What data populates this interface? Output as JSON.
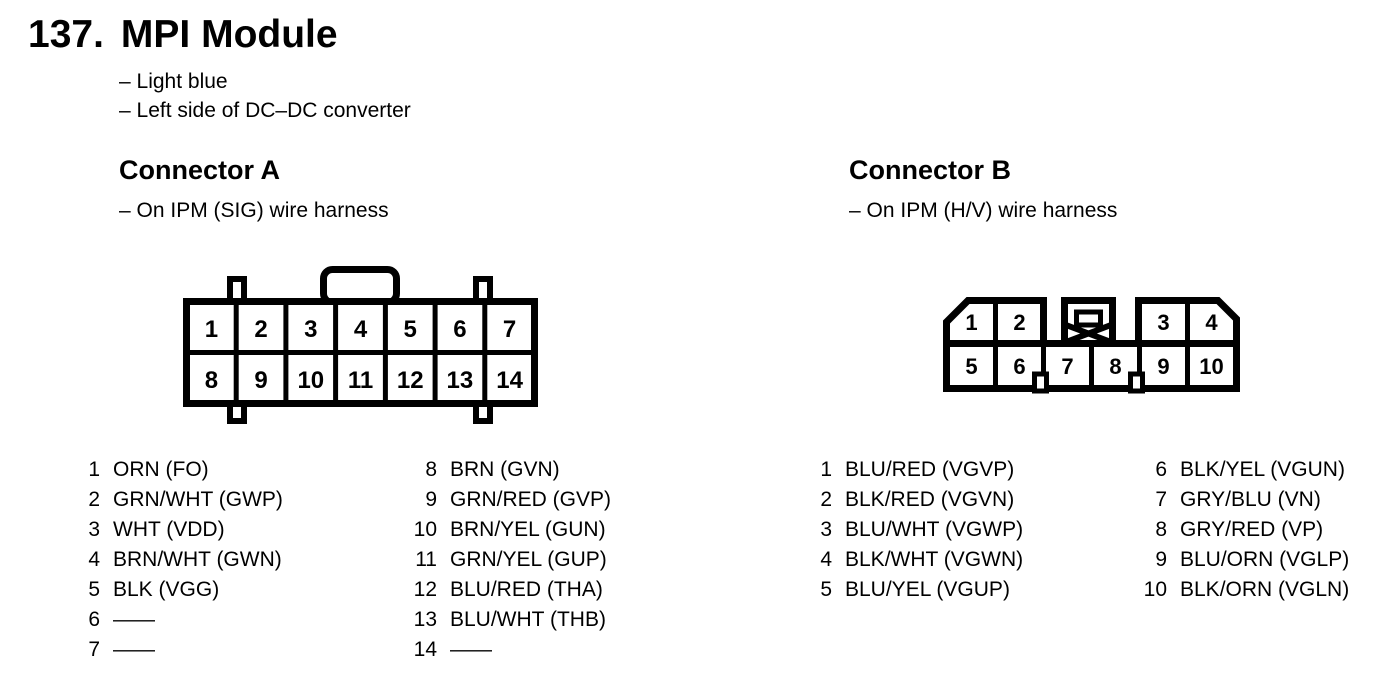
{
  "colors": {
    "ink": "#000000",
    "paper": "#ffffff"
  },
  "header": {
    "number": "137.",
    "title": "MPI Module",
    "notes": [
      "– Light blue",
      "– Left side of DC–DC converter"
    ]
  },
  "connector_a": {
    "heading": "Connector A",
    "note": "– On IPM (SIG) wire harness",
    "diagram": {
      "top_row": [
        "1",
        "2",
        "3",
        "4",
        "5",
        "6",
        "7"
      ],
      "bottom_row": [
        "8",
        "9",
        "10",
        "11",
        "12",
        "13",
        "14"
      ]
    },
    "pins_left": [
      {
        "n": "1",
        "label": "ORN (FO)"
      },
      {
        "n": "2",
        "label": "GRN/WHT (GWP)"
      },
      {
        "n": "3",
        "label": "WHT (VDD)"
      },
      {
        "n": "4",
        "label": "BRN/WHT (GWN)"
      },
      {
        "n": "5",
        "label": "BLK (VGG)"
      },
      {
        "n": "6",
        "label": "——"
      },
      {
        "n": "7",
        "label": "——"
      }
    ],
    "pins_right": [
      {
        "n": "8",
        "label": "BRN (GVN)"
      },
      {
        "n": "9",
        "label": "GRN/RED (GVP)"
      },
      {
        "n": "10",
        "label": "BRN/YEL (GUN)"
      },
      {
        "n": "11",
        "label": "GRN/YEL (GUP)"
      },
      {
        "n": "12",
        "label": "BLU/RED (THA)"
      },
      {
        "n": "13",
        "label": "BLU/WHT (THB)"
      },
      {
        "n": "14",
        "label": "——"
      }
    ]
  },
  "connector_b": {
    "heading": "Connector B",
    "note": "– On IPM (H/V) wire harness",
    "diagram": {
      "top_row": [
        "1",
        "2",
        "3",
        "4"
      ],
      "bottom_row": [
        "5",
        "6",
        "7",
        "8",
        "9",
        "10"
      ]
    },
    "pins_left": [
      {
        "n": "1",
        "label": "BLU/RED (VGVP)"
      },
      {
        "n": "2",
        "label": "BLK/RED (VGVN)"
      },
      {
        "n": "3",
        "label": "BLU/WHT (VGWP)"
      },
      {
        "n": "4",
        "label": "BLK/WHT (VGWN)"
      },
      {
        "n": "5",
        "label": "BLU/YEL (VGUP)"
      }
    ],
    "pins_right": [
      {
        "n": "6",
        "label": "BLK/YEL (VGUN)"
      },
      {
        "n": "7",
        "label": "GRY/BLU (VN)"
      },
      {
        "n": "8",
        "label": "GRY/RED (VP)"
      },
      {
        "n": "9",
        "label": "BLU/ORN (VGLP)"
      },
      {
        "n": "10",
        "label": "BLK/ORN (VGLN)"
      }
    ]
  }
}
